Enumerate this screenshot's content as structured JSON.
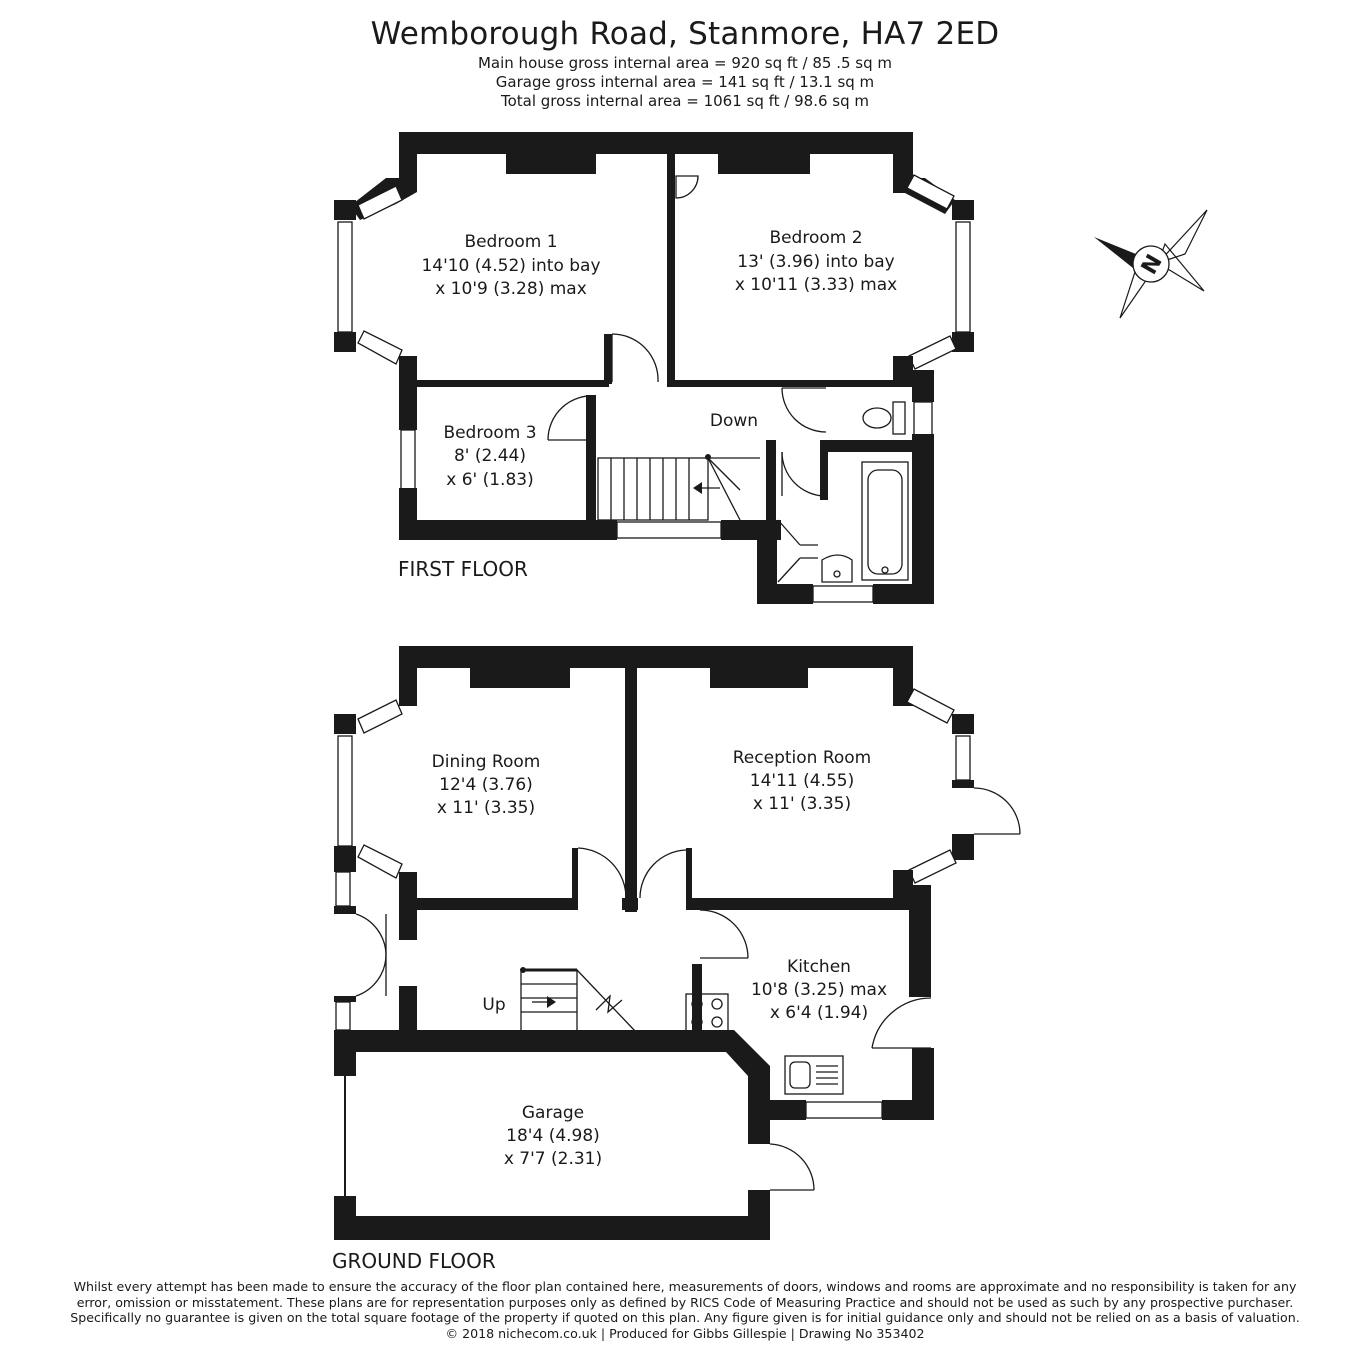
{
  "header": {
    "title": "Wemborough Road, Stanmore, HA7 2ED",
    "areas": [
      "Main house gross internal area =  920 sq ft / 85 .5 sq m",
      "Garage gross internal area = 141 sq ft / 13.1 sq m",
      "Total gross internal area =  1061 sq ft / 98.6 sq m"
    ]
  },
  "compass": {
    "label": "N"
  },
  "first_floor": {
    "label": "FIRST FLOOR",
    "rooms": [
      {
        "name": "Bedroom 1",
        "dim1": "14'10 (4.52) into bay",
        "dim2": "x 10'9 (3.28) max"
      },
      {
        "name": "Bedroom 2",
        "dim1": "13' (3.96) into bay",
        "dim2": "x 10'11 (3.33) max"
      },
      {
        "name": "Bedroom 3",
        "dim1": "8' (2.44)",
        "dim2": "x 6' (1.83)"
      }
    ],
    "stairs_label": "Down"
  },
  "ground_floor": {
    "label": "GROUND FLOOR",
    "rooms": [
      {
        "name": "Dining Room",
        "dim1": "12'4 (3.76)",
        "dim2": "x 11' (3.35)"
      },
      {
        "name": "Reception Room",
        "dim1": "14'11 (4.55)",
        "dim2": "x 11' (3.35)"
      },
      {
        "name": "Kitchen",
        "dim1": "10'8 (3.25) max",
        "dim2": "x 6'4 (1.94)"
      },
      {
        "name": "Garage",
        "dim1": "18'4 (4.98)",
        "dim2": "x 7'7 (2.31)"
      }
    ],
    "stairs_label": "Up"
  },
  "footer": {
    "lines": [
      "Whilst every attempt has been made to ensure the accuracy of the floor plan contained here, measurements of doors, windows and rooms are approximate and no responsibility is taken for any",
      "error, omission or misstatement. These plans are for representation purposes only as defined by RICS Code of Measuring Practice and should not be used as such by any prospective purchaser.",
      "Specifically no guarantee is given on the total square footage of the property if quoted on this plan. Any figure given is for initial guidance only and should not be relied on as a basis of valuation.",
      "© 2018 nichecom.co.uk  |  Produced for Gibbs Gillespie  |  Drawing No 353402"
    ]
  }
}
